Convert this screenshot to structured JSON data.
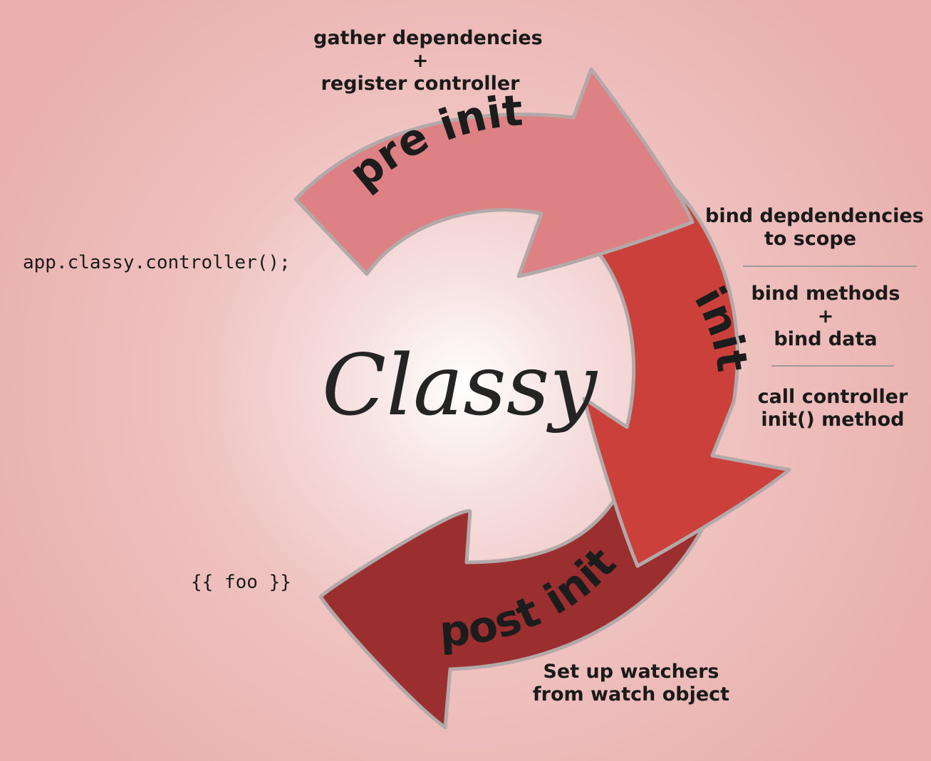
{
  "title": "Classy",
  "phases": [
    {
      "id": "pre-init",
      "label": "pre init",
      "color": "#de8185"
    },
    {
      "id": "init",
      "label": "init",
      "color": "#cb403a"
    },
    {
      "id": "post-init",
      "label": "post init",
      "color": "#9b2f30"
    }
  ],
  "notes": {
    "pre_init": [
      "gather dependencies",
      "+",
      "register controller"
    ],
    "init_1": [
      "bind depdendencies",
      "to scope"
    ],
    "init_2": [
      "bind methods",
      "+",
      "bind data"
    ],
    "init_3": [
      "call controller",
      "init() method"
    ],
    "post_init": [
      "Set up watchers",
      "from watch object"
    ]
  },
  "code": {
    "controller_call": "app.classy.controller();",
    "template_expr": "{{ foo }}"
  },
  "colors": {
    "arrow_outline": "#b3a9a9",
    "text": "#1a1a1a"
  }
}
